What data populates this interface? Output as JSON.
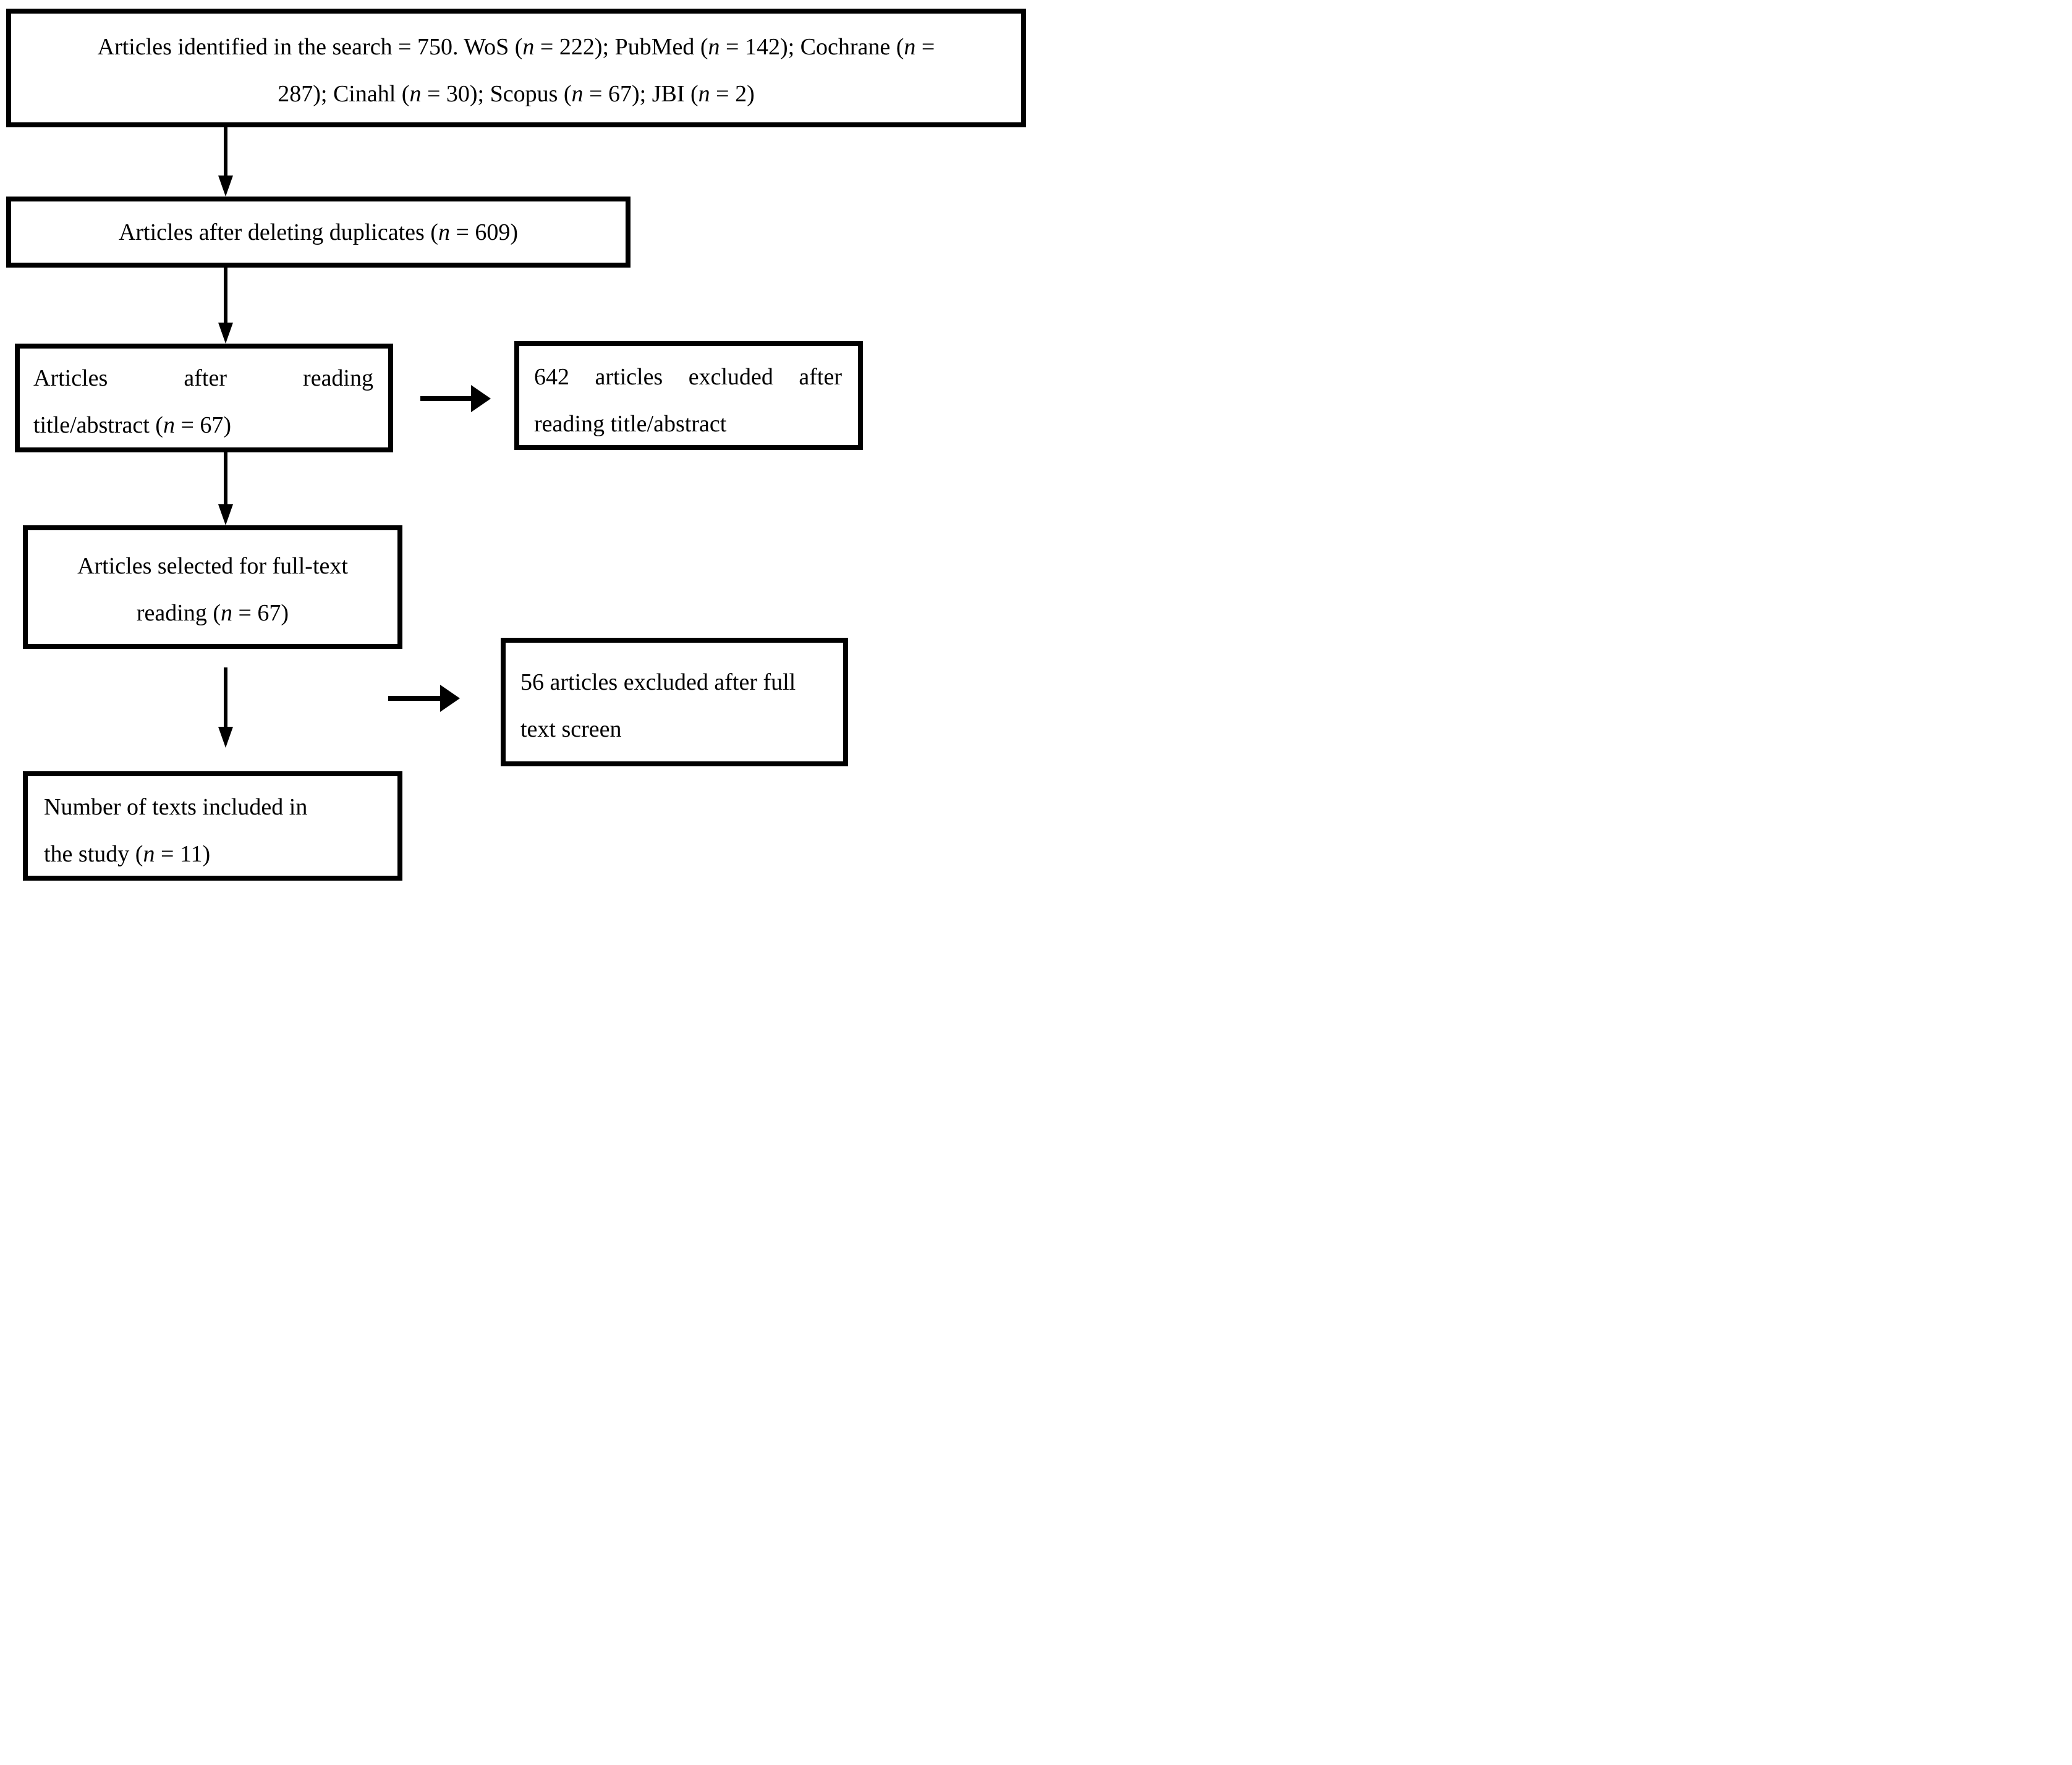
{
  "colors": {
    "ink": "#000000",
    "paper": "#ffffff"
  },
  "flow": {
    "boxes": [
      {
        "id": "articles-identified",
        "lines": [
          "Articles identified in the search = 750. WoS (*n* = 222); PubMed (*n* = 142); Cochrane (*n* =",
          "287); Cinahl (*n* = 30); Scopus (*n* = 67); JBI (*n* = 2)"
        ]
      },
      {
        "id": "articles-deduplicated",
        "lines": [
          "Articles after deleting duplicates (*n* = 609)"
        ]
      },
      {
        "id": "articles-title-abstract",
        "lines": [
          "Articles after reading",
          "title/abstract (*n* = 67)"
        ]
      },
      {
        "id": "excluded-title-abstract",
        "lines": [
          "642 articles excluded after",
          "reading title/abstract"
        ]
      },
      {
        "id": "articles-full-text",
        "lines": [
          "Articles selected for full-text",
          "reading (*n* = 67)"
        ]
      },
      {
        "id": "excluded-full-text",
        "lines": [
          "56 articles excluded after full",
          "text screen"
        ]
      },
      {
        "id": "texts-included",
        "lines": [
          "Number of texts included in",
          "the study (*n* = 11)"
        ]
      }
    ],
    "arrows": [
      {
        "type": "down",
        "from": "articles-identified",
        "to": "articles-deduplicated"
      },
      {
        "type": "down",
        "from": "articles-deduplicated",
        "to": "articles-title-abstract"
      },
      {
        "type": "right",
        "from": "articles-title-abstract",
        "to": "excluded-title-abstract"
      },
      {
        "type": "down",
        "from": "articles-title-abstract",
        "to": "articles-full-text"
      },
      {
        "type": "right",
        "from": "articles-full-text",
        "to": "excluded-full-text"
      },
      {
        "type": "down",
        "from": "articles-full-text",
        "to": "texts-included"
      }
    ]
  }
}
